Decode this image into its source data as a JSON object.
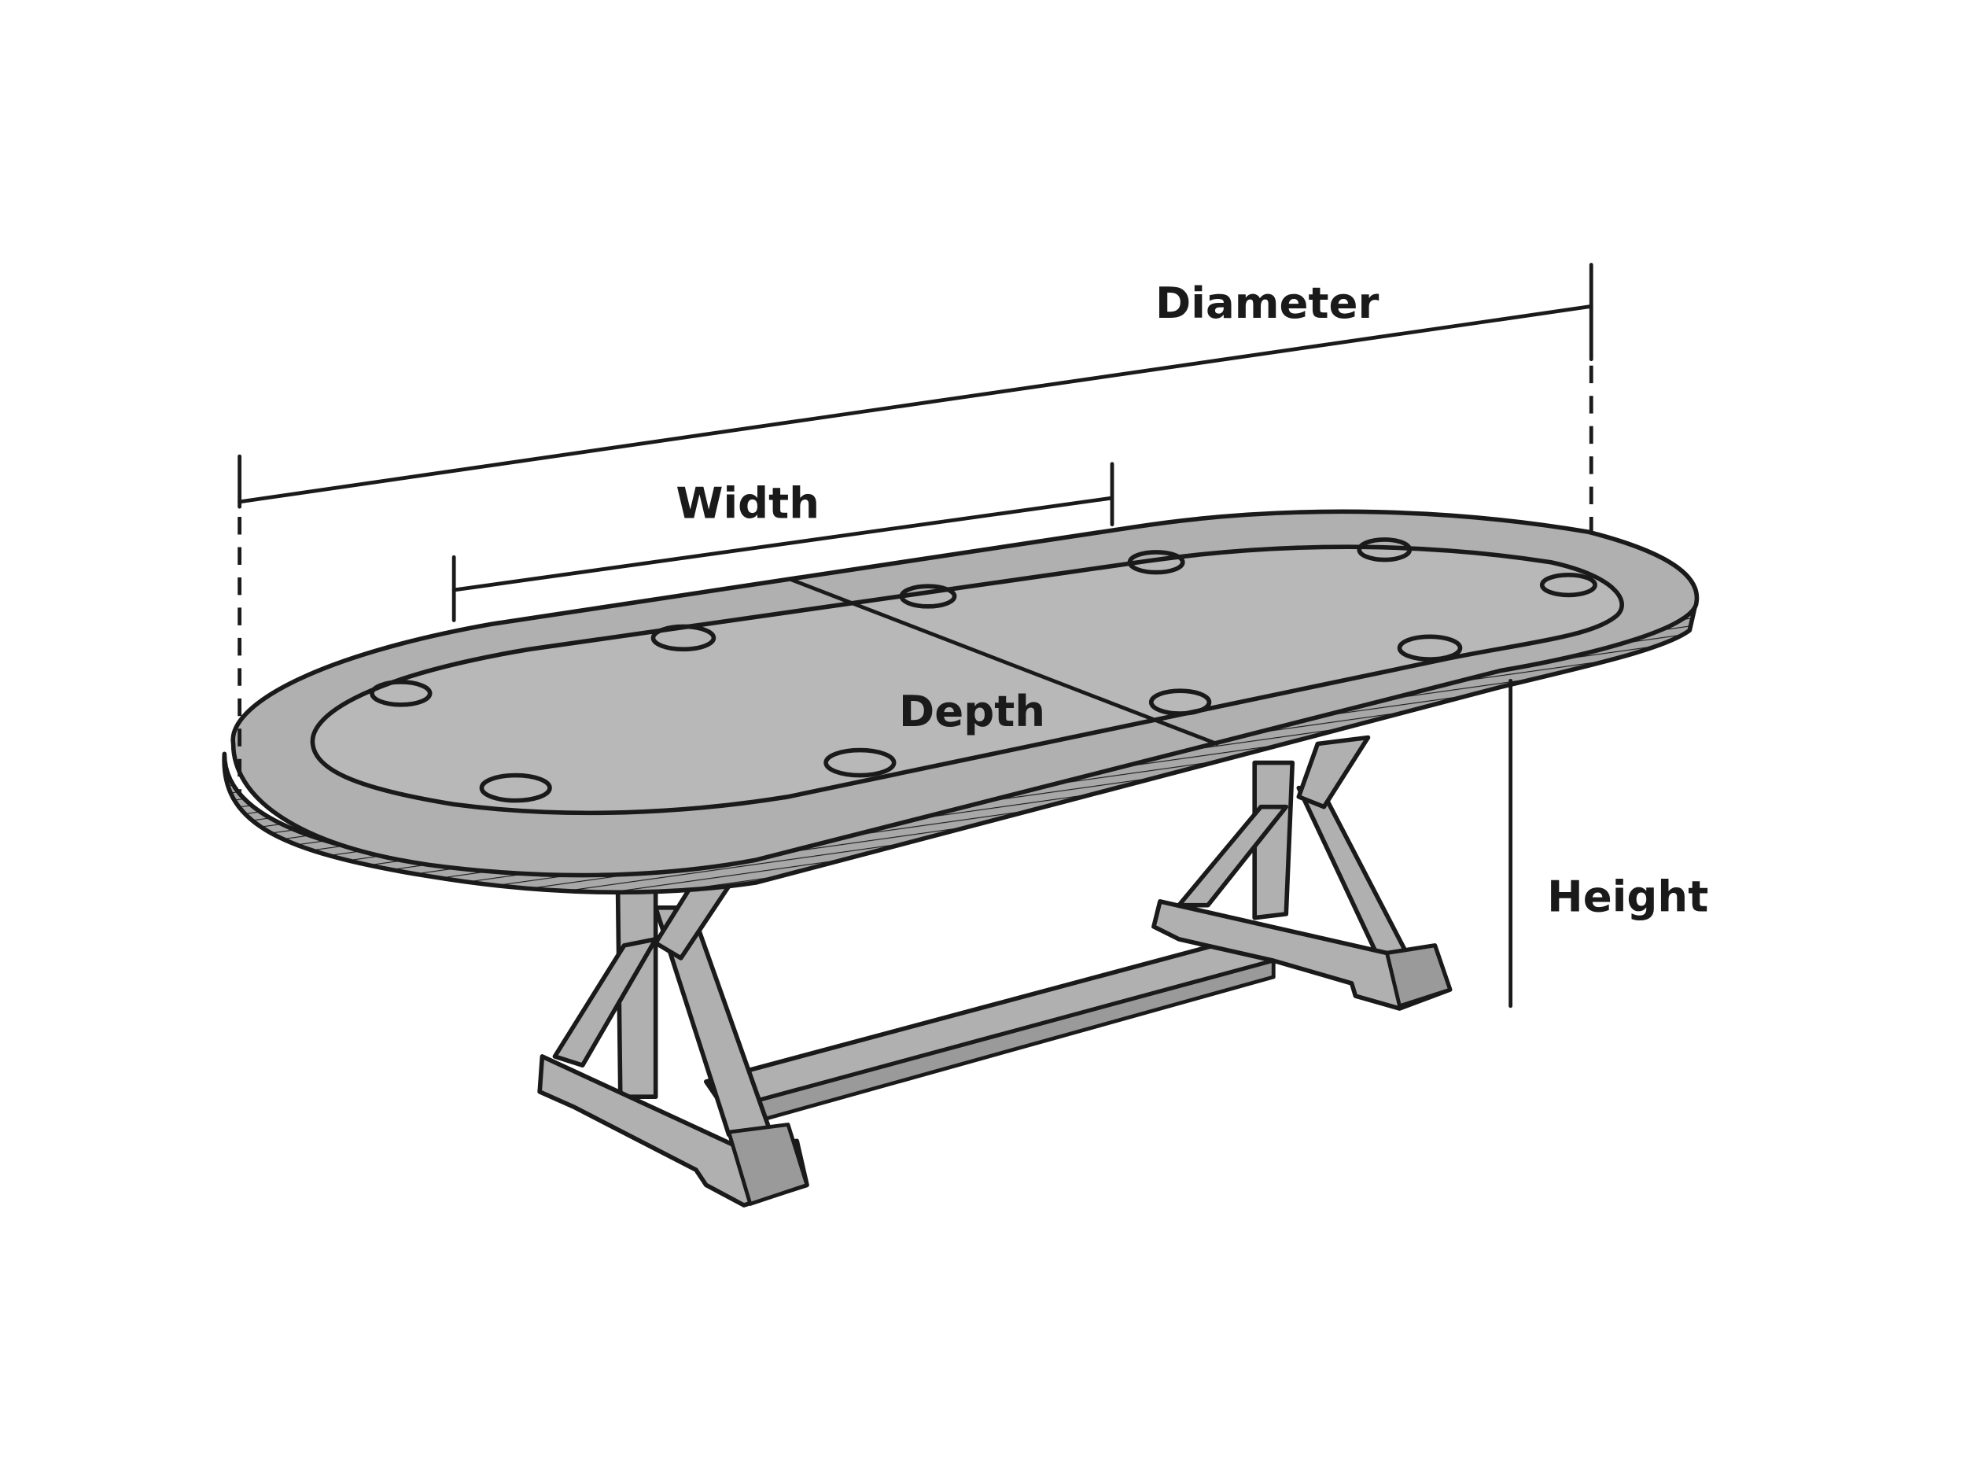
{
  "labels": {
    "diameter": "Diameter",
    "width": "Width",
    "depth": "Depth",
    "height": "Height"
  },
  "colors": {
    "ink": "#1a1a1a",
    "felt": "#b8b8b8",
    "wood": "#b0b0b0",
    "background": "#ffffff"
  }
}
